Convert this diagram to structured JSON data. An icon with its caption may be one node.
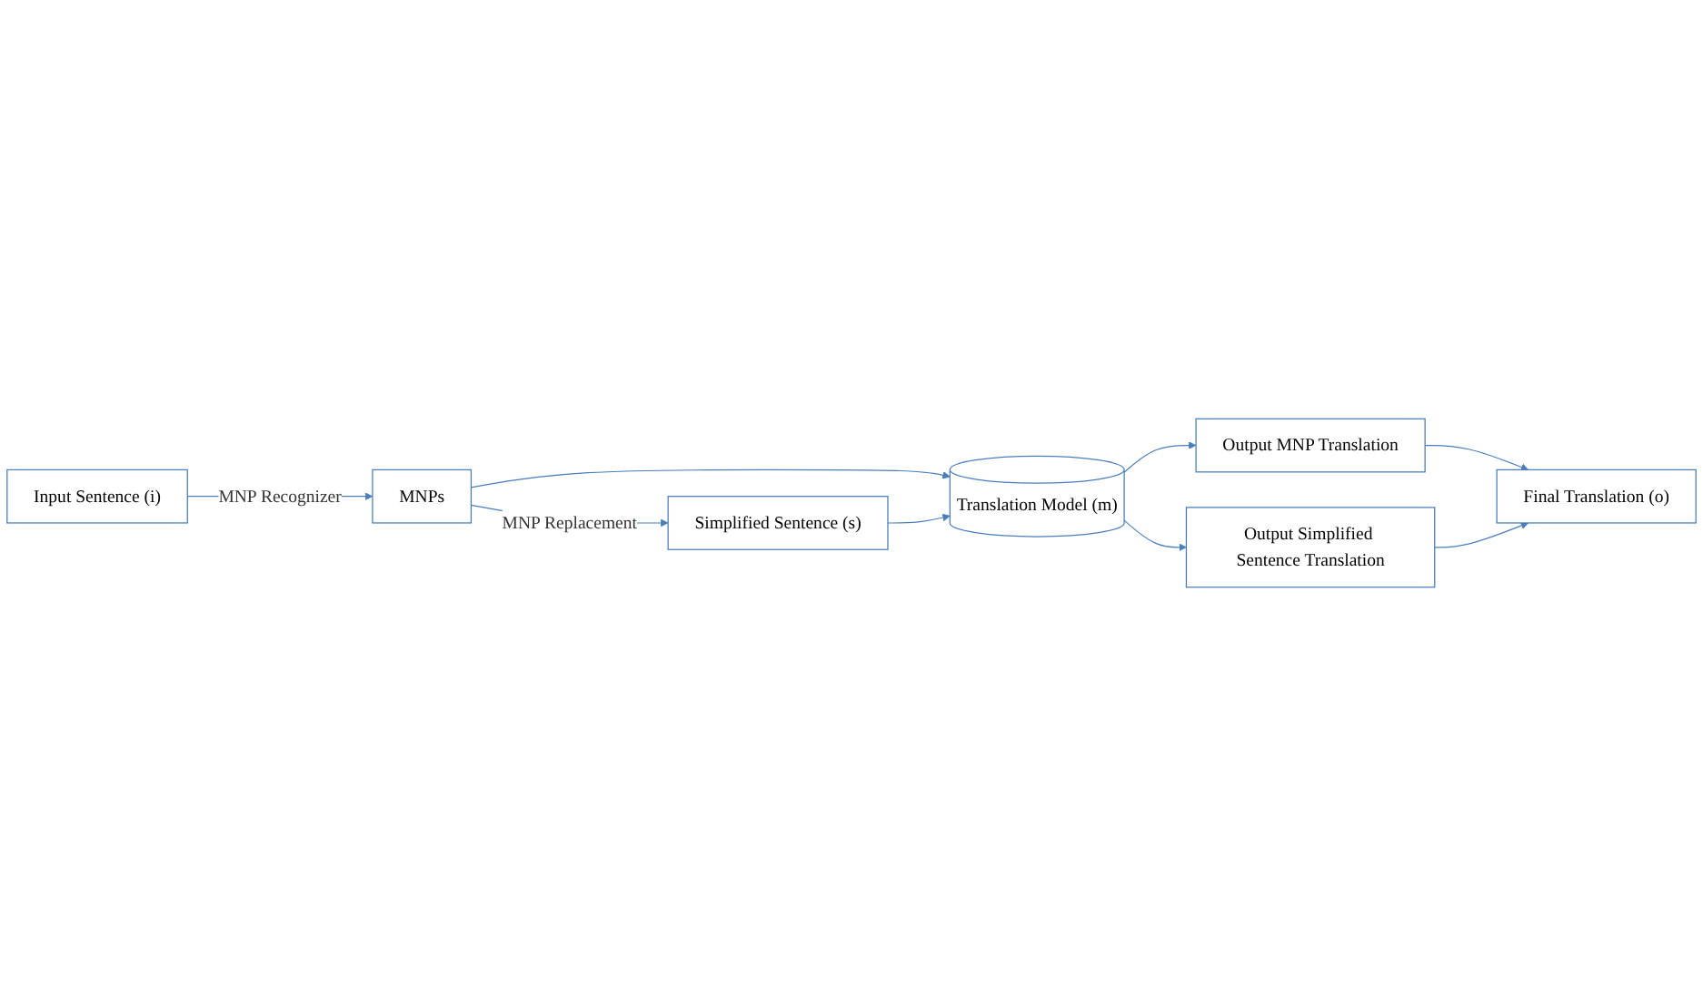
{
  "diagram": {
    "nodes": [
      {
        "text": [
          "Input Sentence (i)"
        ]
      },
      {
        "text": [
          "MNPs"
        ]
      },
      {
        "text": [
          "Simplified Sentence (s)"
        ]
      },
      {
        "text": [
          "Translation Model (m)"
        ]
      },
      {
        "text": [
          "Output MNP Translation"
        ]
      },
      {
        "text": [
          "Final Translation (o)"
        ]
      },
      {
        "text": [
          "Output Simplified Sentence Translation"
        ]
      }
    ],
    "edges": [
      {
        "from": 0,
        "to": 1,
        "arrow": "to",
        "label": "MNP Recognizer"
      },
      {
        "from": 1,
        "to": 2,
        "arrow": "to",
        "label": "MNP Replacement"
      },
      {
        "from": 1,
        "to": 3,
        "arrow": "to"
      },
      {
        "from": 2,
        "to": 3,
        "arrow": "to"
      },
      {
        "from": 3,
        "to": 4,
        "arrow": "to"
      },
      {
        "from": 3,
        "to": 6,
        "arrow": "to"
      },
      {
        "from": 4,
        "to": 5,
        "arrow": "to"
      },
      {
        "from": 6,
        "to": 5,
        "arrow": "to"
      }
    ]
  }
}
